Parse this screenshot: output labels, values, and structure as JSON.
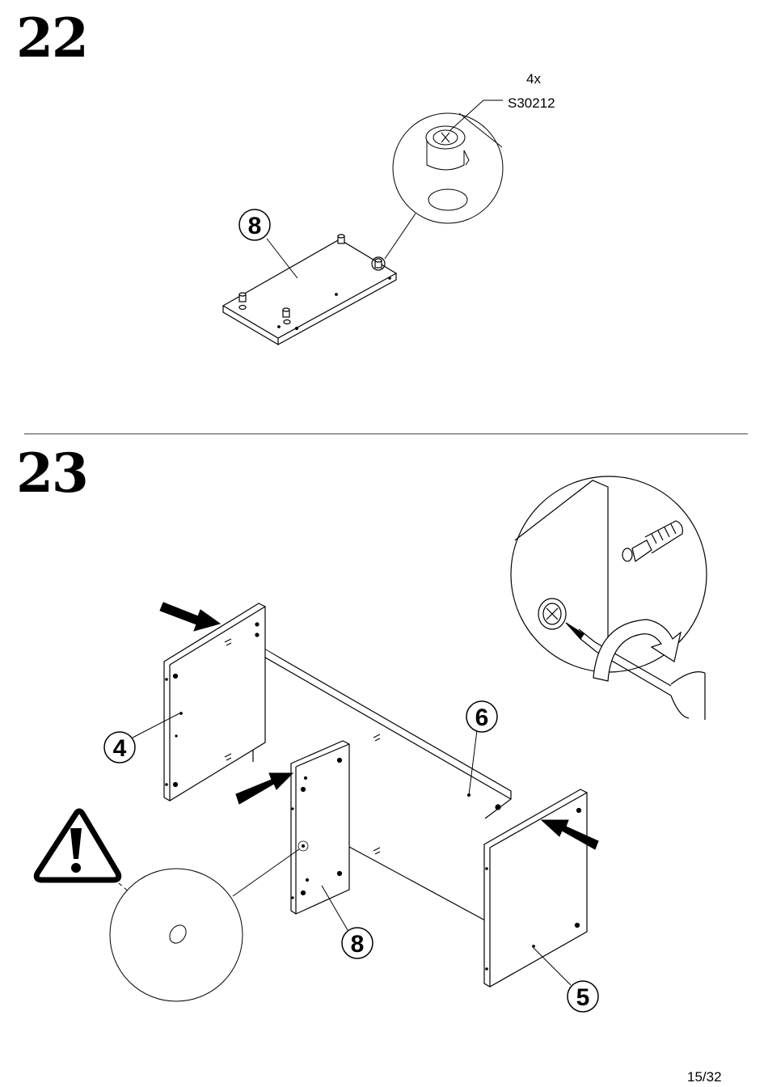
{
  "steps": [
    {
      "number": "22",
      "part_label": "8",
      "hardware": {
        "quantity": "4x",
        "code": "S30212"
      }
    },
    {
      "number": "23",
      "part_labels": [
        "4",
        "6",
        "8",
        "5"
      ]
    }
  ],
  "page": {
    "number": "15/32"
  },
  "icons": [
    "cam-lock-fitting-icon",
    "warning-triangle-icon",
    "screwdriver-icon",
    "rotation-arrow-icon",
    "push-arrow-icon"
  ]
}
